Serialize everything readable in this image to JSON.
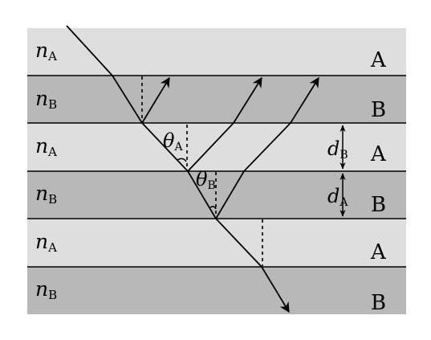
{
  "layers": [
    {
      "index_symbol": "n",
      "index_sub": "A",
      "right_label": "A",
      "color": "#dedede"
    },
    {
      "index_symbol": "n",
      "index_sub": "B",
      "right_label": "B",
      "color": "#b8b8b8"
    },
    {
      "index_symbol": "n",
      "index_sub": "A",
      "right_label": "A",
      "color": "#dedede"
    },
    {
      "index_symbol": "n",
      "index_sub": "B",
      "right_label": "B",
      "color": "#b8b8b8"
    },
    {
      "index_symbol": "n",
      "index_sub": "A",
      "right_label": "A",
      "color": "#dedede"
    },
    {
      "index_symbol": "n",
      "index_sub": "B",
      "right_label": "B",
      "color": "#b8b8b8"
    }
  ],
  "angles": [
    {
      "symbol": "θ",
      "sub": "A"
    },
    {
      "symbol": "θ",
      "sub": "B"
    }
  ],
  "thicknesses": [
    {
      "symbol": "d",
      "sub": "B"
    },
    {
      "symbol": "d",
      "sub": "A"
    }
  ]
}
